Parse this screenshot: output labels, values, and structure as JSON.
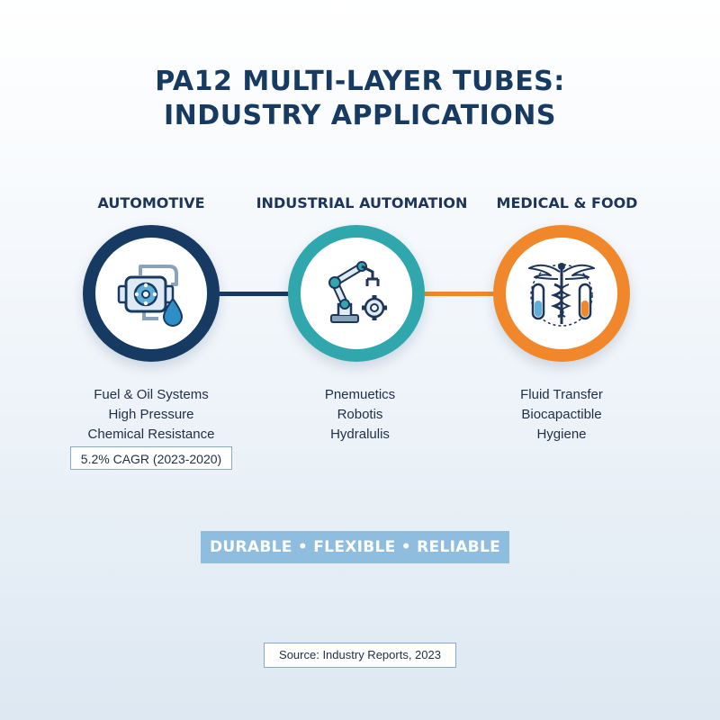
{
  "title": {
    "line1": "PA12 MULTI-LAYER TUBES:",
    "line2": "INDUSTRY APPLICATIONS"
  },
  "colors": {
    "navy": "#173a63",
    "teal": "#2fa7ad",
    "orange": "#f0882b",
    "banner": "#8fbde0"
  },
  "columns": [
    {
      "label": "AUTOMOTIVE",
      "icon": "engine-fuel-drop-icon",
      "features": [
        "Fuel & Oil Systems",
        "High Pressure",
        "Chemical Resistance"
      ],
      "badge": "5.2% CAGR (2023-2020)"
    },
    {
      "label": "INDUSTRIAL AUTOMATION",
      "icon": "robot-arm-gear-icon",
      "features": [
        "Pnemuetics",
        "Robotis",
        "Hydralulis"
      ]
    },
    {
      "label": "MEDICAL & FOOD",
      "icon": "caduceus-test-tubes-icon",
      "features": [
        "Fluid Transfer",
        "Biocapactible",
        "Hygiene"
      ]
    }
  ],
  "banner": "DURABLE • FLEXIBLE • RELIABLE",
  "source": "Source: Industry Reports, 2023"
}
